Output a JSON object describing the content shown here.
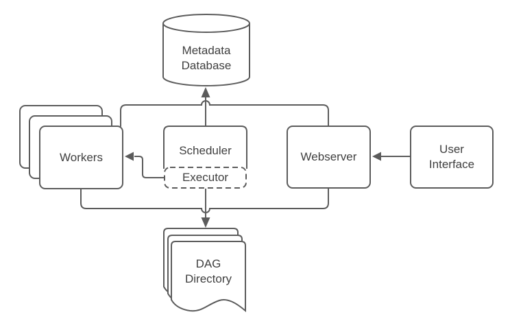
{
  "diagram": {
    "type": "architecture-flow-diagram",
    "background_color": "#ffffff",
    "stroke_color": "#5b5b5b",
    "text_color": "#3f3f3f",
    "nodes": {
      "metadata_database": {
        "label": "Metadata\nDatabase",
        "shape": "cylinder"
      },
      "workers": {
        "label": "Workers",
        "shape": "stacked-rounded-rectangles",
        "stack_count": 3
      },
      "scheduler": {
        "label": "Scheduler",
        "shape": "rounded-rectangle"
      },
      "executor": {
        "label": "Executor",
        "shape": "dashed-rounded-rectangle",
        "nested_in": "scheduler"
      },
      "webserver": {
        "label": "Webserver",
        "shape": "rounded-rectangle"
      },
      "user_interface": {
        "label": "User\nInterface",
        "shape": "rounded-rectangle"
      },
      "dag_directory": {
        "label": "DAG\nDirectory",
        "shape": "stacked-documents",
        "stack_count": 3
      }
    },
    "edges": [
      {
        "from": "scheduler",
        "to": "metadata_database",
        "style": "solid",
        "arrowhead": "up"
      },
      {
        "from": "workers",
        "to": "metadata_database",
        "style": "solid",
        "arrowhead": "none",
        "via": "top-bus"
      },
      {
        "from": "webserver",
        "to": "metadata_database",
        "style": "solid",
        "arrowhead": "none",
        "via": "top-bus"
      },
      {
        "from": "executor",
        "to": "workers",
        "style": "solid",
        "arrowhead": "left"
      },
      {
        "from": "user_interface",
        "to": "webserver",
        "style": "solid",
        "arrowhead": "left"
      },
      {
        "from": "executor",
        "to": "dag_directory",
        "style": "solid",
        "arrowhead": "down"
      },
      {
        "from": "workers",
        "to": "dag_directory",
        "style": "solid",
        "arrowhead": "none",
        "via": "bottom-bus"
      },
      {
        "from": "webserver",
        "to": "dag_directory",
        "style": "solid",
        "arrowhead": "none",
        "via": "bottom-bus"
      }
    ]
  }
}
